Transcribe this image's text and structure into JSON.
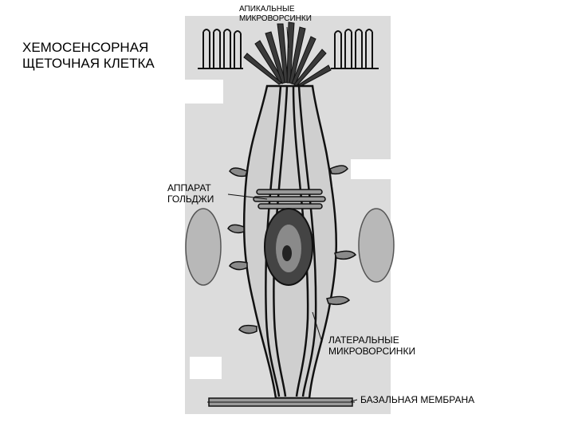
{
  "title": {
    "line1": "ХЕМОСЕНСОРНАЯ",
    "line2": "ЩЕТОЧНАЯ КЛЕТКА"
  },
  "labels": {
    "apical": {
      "line1": "АПИКАЛЬНЫЕ",
      "line2": "МИКРОВОРСИНКИ"
    },
    "golgi": {
      "line1": "АППАРАТ",
      "line2": "ГОЛЬДЖИ"
    },
    "lateral": {
      "line1": "ЛАТЕРАЛЬНЫЕ",
      "line2": "МИКРОВОРСИНКИ"
    },
    "basal": {
      "line1": "БАЗАЛЬНАЯ МЕМБРАНА"
    }
  },
  "colors": {
    "panel": "#dcdcdc",
    "ink": "#111111",
    "membrane": "#8a8a8a",
    "neighbor": "#b8b8b8",
    "nucleus": "#444444"
  }
}
